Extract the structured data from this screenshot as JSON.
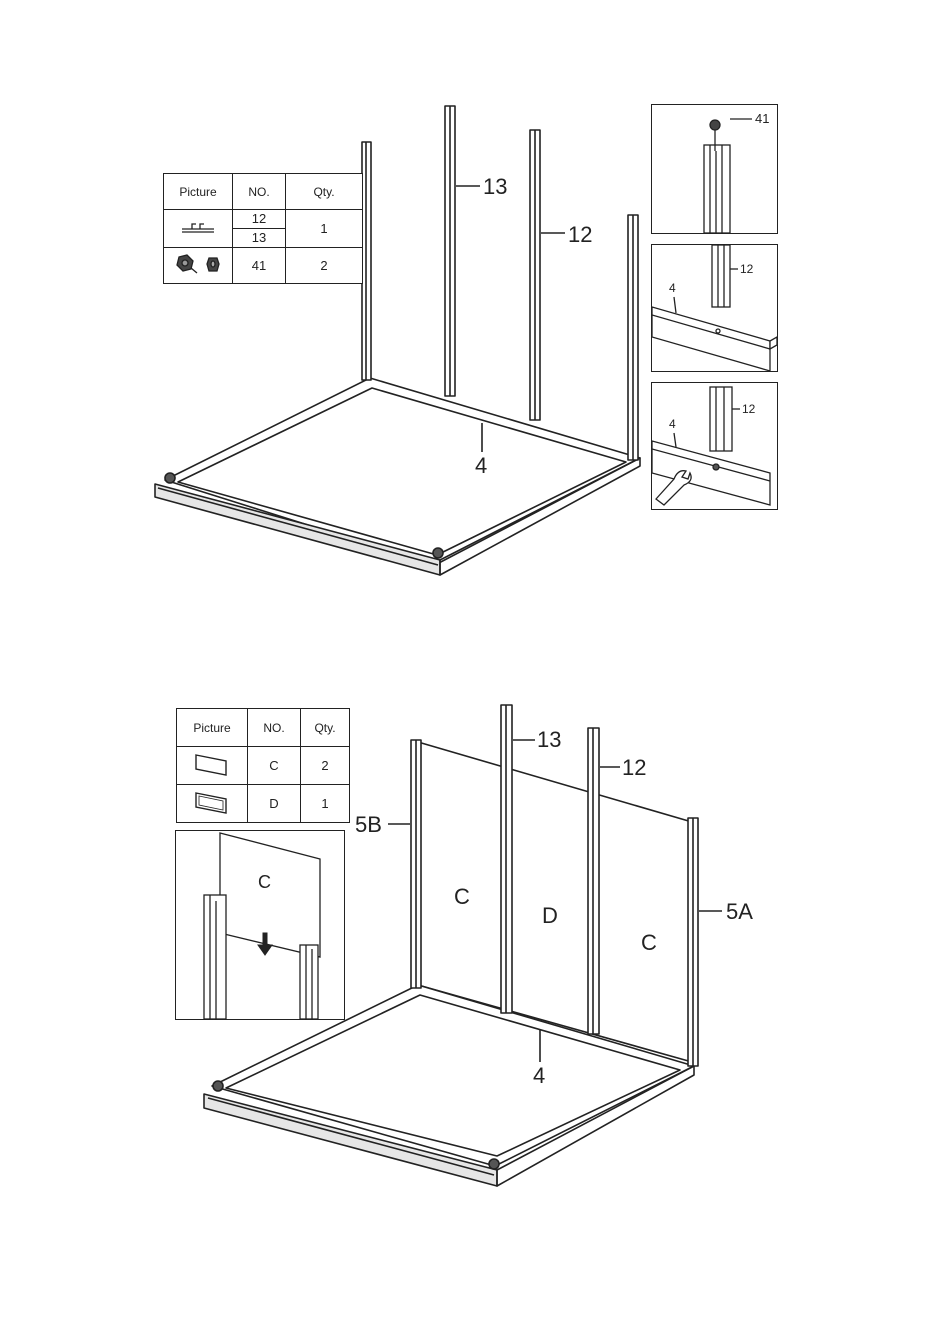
{
  "colors": {
    "line": "#222222",
    "panel_fill": "#ffffff",
    "rail_fill": "#d8d8d8"
  },
  "step1": {
    "table": {
      "headers": [
        "Picture",
        "NO.",
        "Qty."
      ],
      "rows": [
        {
          "icon": "profile-icon",
          "no": [
            "12",
            "13"
          ],
          "qty": "1"
        },
        {
          "icon": "bolt-nut-icon",
          "no": [
            "41"
          ],
          "qty": "2"
        }
      ]
    },
    "labels": {
      "post_13": "13",
      "post_12": "12",
      "base_4": "4"
    },
    "details": {
      "top": {
        "label_41": "41"
      },
      "middle": {
        "label_4": "4",
        "label_12": "12"
      },
      "bottom": {
        "label_4": "4",
        "label_12": "12"
      }
    }
  },
  "step2": {
    "table": {
      "headers": [
        "Picture",
        "NO.",
        "Qty."
      ],
      "rows": [
        {
          "icon": "panel-c-icon",
          "no": [
            "C"
          ],
          "qty": "2"
        },
        {
          "icon": "panel-d-icon",
          "no": [
            "D"
          ],
          "qty": "1"
        }
      ]
    },
    "detail": {
      "panel_label": "C"
    },
    "labels": {
      "post_13": "13",
      "post_12": "12",
      "post_5B": "5B",
      "post_5A": "5A",
      "base_4": "4",
      "panel_left": "C",
      "panel_mid": "D",
      "panel_right": "C"
    }
  }
}
